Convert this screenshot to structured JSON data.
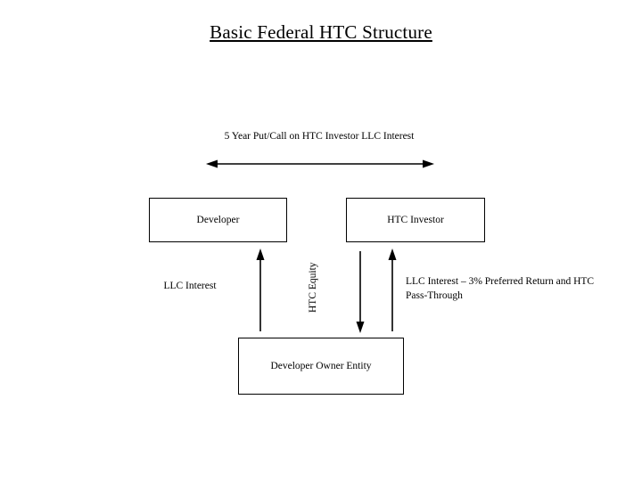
{
  "slide": {
    "title": "Basic Federal HTC Structure",
    "background_color": "#ffffff",
    "line_color": "#000000"
  },
  "boxes": [
    {
      "id": "developer",
      "label": "Developer"
    },
    {
      "id": "htc_investor",
      "label": "HTC Investor"
    },
    {
      "id": "owner_entity",
      "label": "Developer Owner Entity"
    }
  ],
  "labels": {
    "put_call": "5 Year Put/Call on HTC Investor  LLC Interest",
    "llc_interest": "LLC Interest",
    "htc_equity": "HTC Equity",
    "llc_pref_return": "LLC Interest – 3% Preferred Return and HTC Pass-Through"
  },
  "connectors": [
    {
      "id": "put-call-double-arrow",
      "direction": "bidirectional"
    },
    {
      "id": "developer-up-arrow",
      "direction": "up"
    },
    {
      "id": "htc-equity-down-arrow",
      "direction": "down"
    },
    {
      "id": "htc-investor-up-arrow",
      "direction": "up"
    }
  ]
}
